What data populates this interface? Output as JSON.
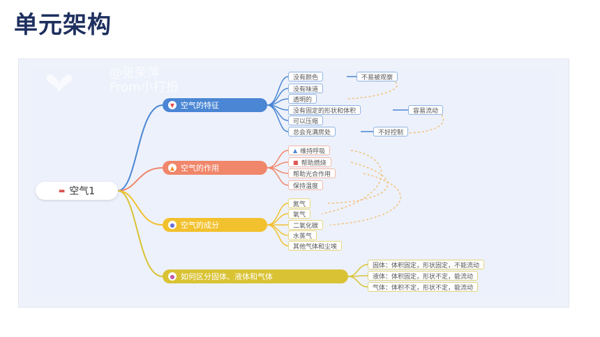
{
  "page": {
    "title": "单元架构"
  },
  "watermark": {
    "line1": "@张荣萍",
    "line2": "From小打扮"
  },
  "mindmap": {
    "root": {
      "label": "空气1"
    },
    "branches": [
      {
        "label": "空气的特征",
        "color": "#4a86d4",
        "leaves": [
          {
            "label": "没有颜色",
            "note": "不易被观察"
          },
          {
            "label": "没有味道"
          },
          {
            "label": "透明的"
          },
          {
            "label": "没有固定的形状和体积",
            "note": "容易流动"
          },
          {
            "label": "可以压缩"
          },
          {
            "label": "总会充满房处",
            "note": "不好控制"
          }
        ]
      },
      {
        "label": "空气的作用",
        "color": "#f0866a",
        "leaves": [
          {
            "label": "维持呼吸"
          },
          {
            "label": "帮助燃烧"
          },
          {
            "label": "帮助光合作用"
          },
          {
            "label": "保持温度"
          }
        ]
      },
      {
        "label": "空气的成分",
        "color": "#f2c12e",
        "leaves": [
          {
            "label": "氮气"
          },
          {
            "label": "氧气"
          },
          {
            "label": "二氧化碳"
          },
          {
            "label": "水蒸气"
          },
          {
            "label": "其他气体和尘埃"
          }
        ]
      },
      {
        "label": "如何区分固体、液体和气体",
        "color": "#d9c233",
        "leaves": [
          {
            "label": "固体：体积固定，形状固定，不能流动"
          },
          {
            "label": "液体：体积固定，形状不定，能流动"
          },
          {
            "label": "气体：体积不定，形状不定，能流动"
          }
        ]
      }
    ]
  }
}
